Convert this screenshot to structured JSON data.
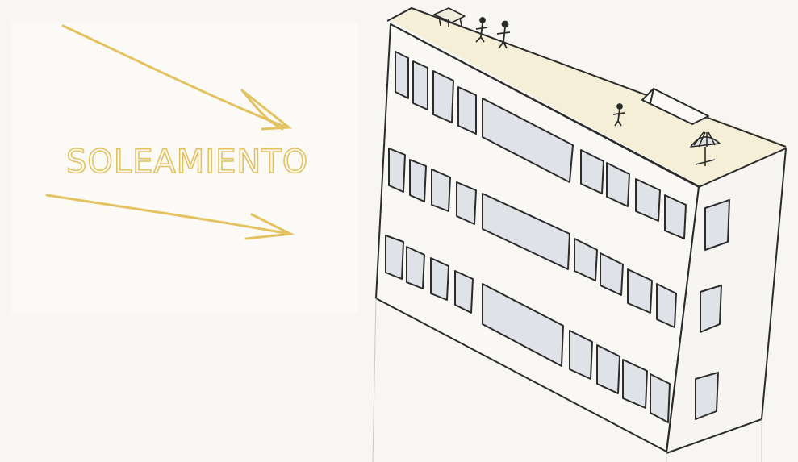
{
  "sun_label": "SOLEAMIENTO",
  "colors": {
    "paper": "#f7f6f2",
    "paper_patch": "#fbfaf7",
    "sun": "#e3c260",
    "ink": "#2b2b2b",
    "glass": "#d9dde3",
    "roof": "#f4efd6"
  },
  "icons": [
    "sun-arrow",
    "building",
    "person",
    "umbrella",
    "skylight"
  ]
}
